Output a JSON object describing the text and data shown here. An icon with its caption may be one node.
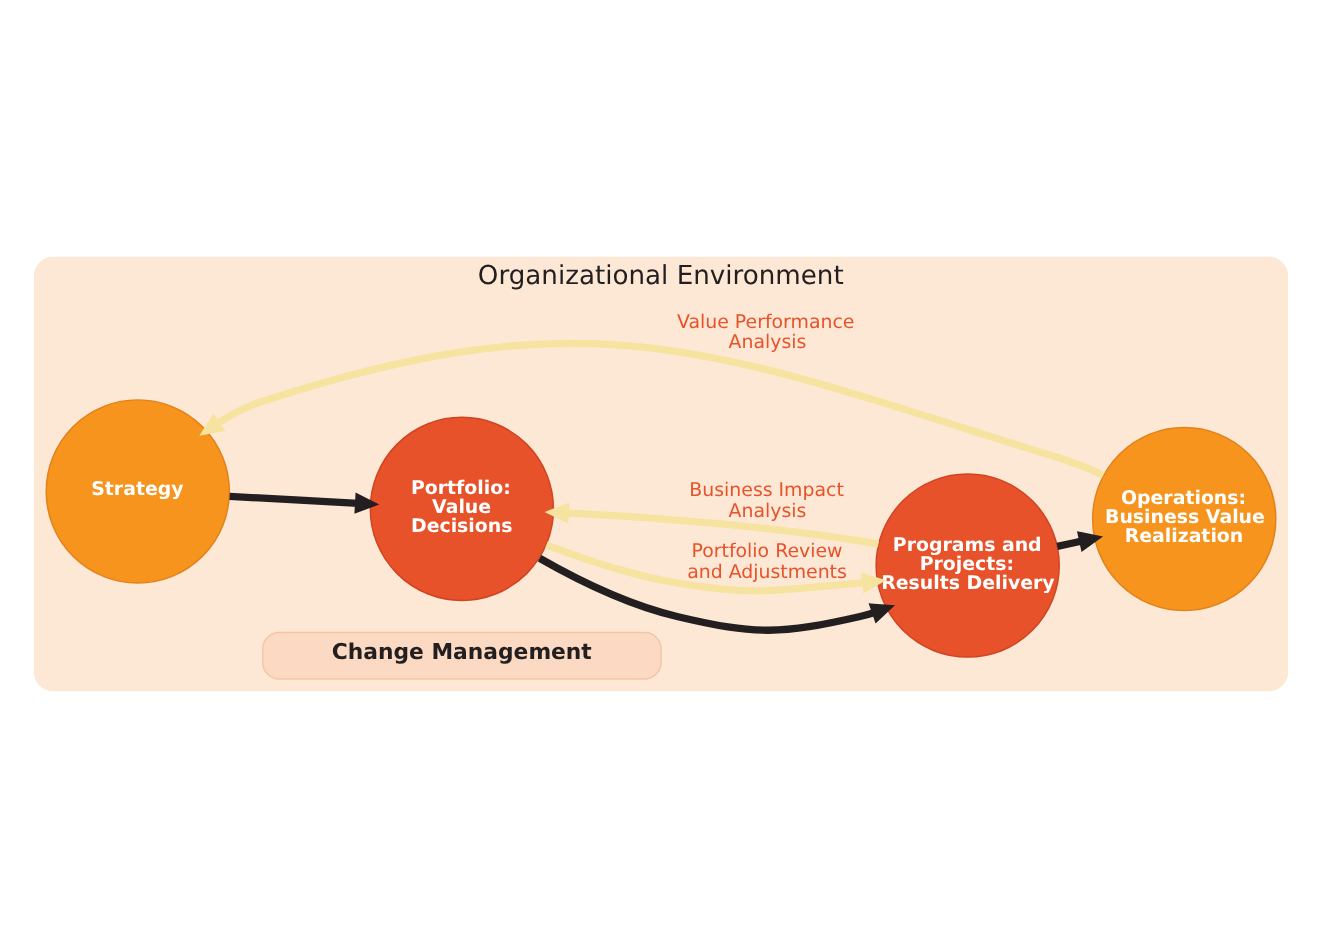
{
  "diagram": {
    "nodes": [
      {
        "text": [
          "Organizational Environment"
        ]
      },
      {
        "text": [
          "Change Management"
        ],
        "in": 0
      },
      {
        "text": [
          "Strategy"
        ],
        "in": 0
      },
      {
        "text": [
          "Portfolio: Value Decisions"
        ],
        "in": 0
      },
      {
        "text": [
          "Programs and Projects: Results Delivery"
        ],
        "in": 0
      },
      {
        "text": [
          "Operations: Business Value Realization"
        ],
        "in": 0
      }
    ],
    "edges": [
      {
        "from": 2,
        "to": 3,
        "arrow": "to"
      },
      {
        "from": 3,
        "to": 4,
        "arrow": "to"
      },
      {
        "from": 4,
        "to": 5,
        "arrow": "to"
      },
      {
        "from": 3,
        "to": 4,
        "arrow": "to",
        "label": "Portfolio Review and Adjustments",
        "color": "#f6e3a0"
      },
      {
        "from": 4,
        "to": 3,
        "arrow": "to",
        "label": "Business Impact Analysis",
        "color": "#f6e3a0"
      },
      {
        "from": 5,
        "to": 2,
        "arrow": "to",
        "label": "Value Performance Analysis",
        "color": "#f6e3a0"
      }
    ]
  }
}
